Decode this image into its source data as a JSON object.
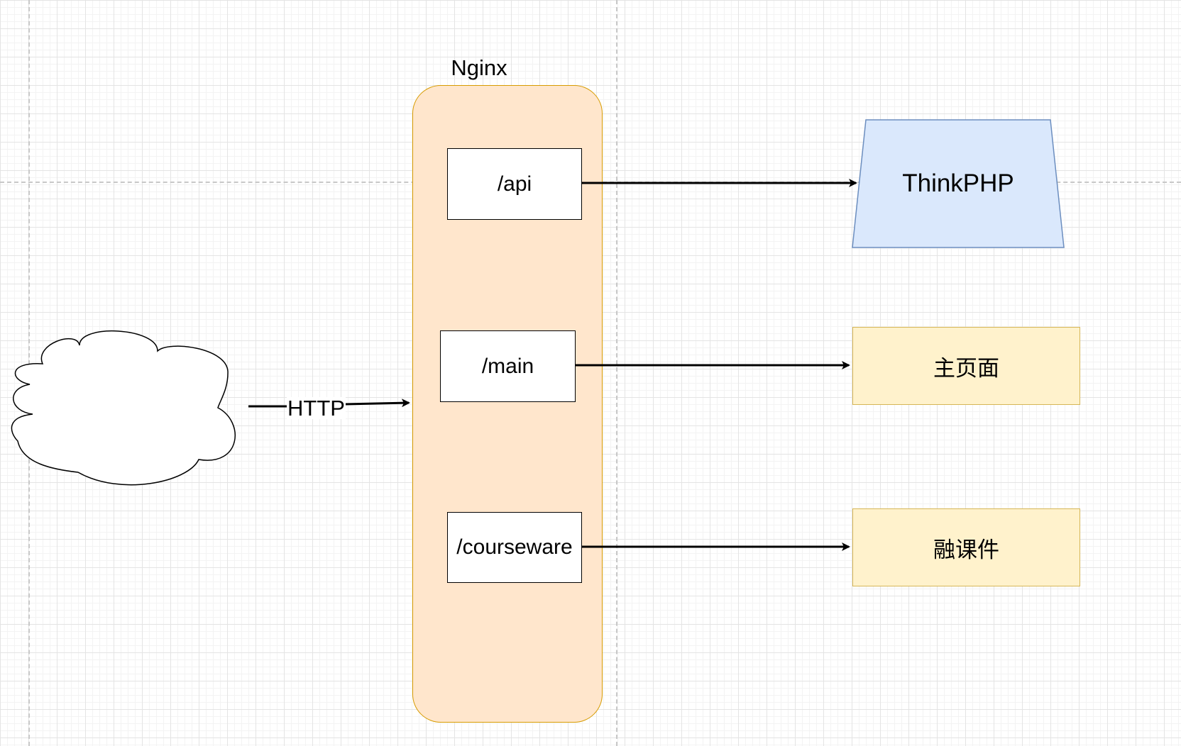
{
  "diagram": {
    "gateway": {
      "title": "Nginx",
      "fill": "#ffe6cc",
      "stroke": "#d79b00"
    },
    "client": {
      "shape": "cloud"
    },
    "request_edge": {
      "label": "HTTP"
    },
    "routes": [
      {
        "path": "/api",
        "target": "ThinkPHP"
      },
      {
        "path": "/main",
        "target": "主页面"
      },
      {
        "path": "/courseware",
        "target": "融课件"
      }
    ],
    "targets": {
      "api": {
        "label": "ThinkPHP",
        "shape": "trapezoid",
        "fill": "#dae8fc",
        "stroke": "#6c8ebf"
      },
      "main": {
        "label": "主页面",
        "shape": "rectangle",
        "fill": "#fff2cc",
        "stroke": "#d6b656"
      },
      "courseware": {
        "label": "融课件",
        "shape": "rectangle",
        "fill": "#fff2cc",
        "stroke": "#d6b656"
      }
    }
  }
}
